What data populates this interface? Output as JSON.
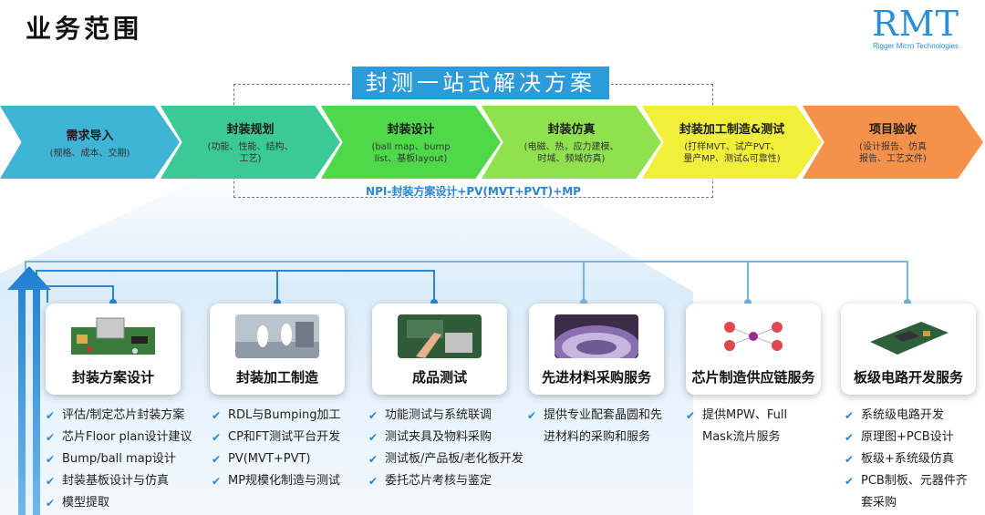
{
  "header": {
    "title": "业务范围"
  },
  "logo": {
    "text": "RMT",
    "subtitle": "Rigger Micro Technologies"
  },
  "banner": {
    "title": "封测一站式解决方案"
  },
  "caption": "NPI-封装方案设计+PV(MVT+PVT)+MP",
  "colors": {
    "accent": "#2b9bd9",
    "arrow1": "#3fb4d4",
    "arrow2": "#3cc996",
    "arrow3": "#4fd94a",
    "arrow4": "#8fe24e",
    "arrow5": "#f2ef3a",
    "arrow6": "#f5914a"
  },
  "process": [
    {
      "title": "需求导入",
      "lines": [
        "(规格、成本、交期)"
      ]
    },
    {
      "title": "封装规划",
      "lines": [
        "(功能、性能、结构、",
        "工艺)"
      ]
    },
    {
      "title": "封装设计",
      "lines": [
        "(ball map、bump",
        "list、基板layout)"
      ]
    },
    {
      "title": "封装仿真",
      "lines": [
        "(电磁、热，应力建模、",
        "时域、频域仿真)"
      ]
    },
    {
      "title": "封装加工制造&测试",
      "lines": [
        "(打样MVT、试产PVT、",
        "量产MP、测试&可靠性)"
      ]
    },
    {
      "title": "项目验收",
      "lines": [
        "(设计报告、仿真",
        "报告、工艺文件)"
      ]
    }
  ],
  "services": [
    {
      "title": "封装方案设计",
      "icon": "pcb-board-image",
      "items": [
        "评估/制定芯片封装方案",
        "芯片Floor plan设计建议",
        "Bump/ball map设计",
        "封装基板设计与仿真",
        "模型提取"
      ]
    },
    {
      "title": "封装加工制造",
      "icon": "cleanroom-image",
      "items": [
        "RDL与Bumping加工",
        "CP和FT测试平台开发",
        "PV(MVT+PVT)",
        "MP规模化制造与测试"
      ]
    },
    {
      "title": "成品测试",
      "icon": "probe-test-image",
      "items": [
        "功能测试与系统联调",
        "测试夹具及物料采购",
        "测试板/产品板/老化板开发",
        "委托芯片考核与鉴定"
      ]
    },
    {
      "title": "先进材料采购服务",
      "icon": "wafer-image",
      "items": [
        "提供专业配套晶圆和先",
        "进材料的采购和服务"
      ]
    },
    {
      "title": "芯片制造供应链服务",
      "icon": "network-image",
      "items": [
        "提供MPW、Full",
        "Mask流片服务"
      ]
    },
    {
      "title": "板级电路开发服务",
      "icon": "board-chip-image",
      "items": [
        "系统级电路开发",
        "原理图+PCB设计",
        "板级+系统级仿真",
        "PCB制板、元器件齐",
        "套采购"
      ]
    }
  ]
}
